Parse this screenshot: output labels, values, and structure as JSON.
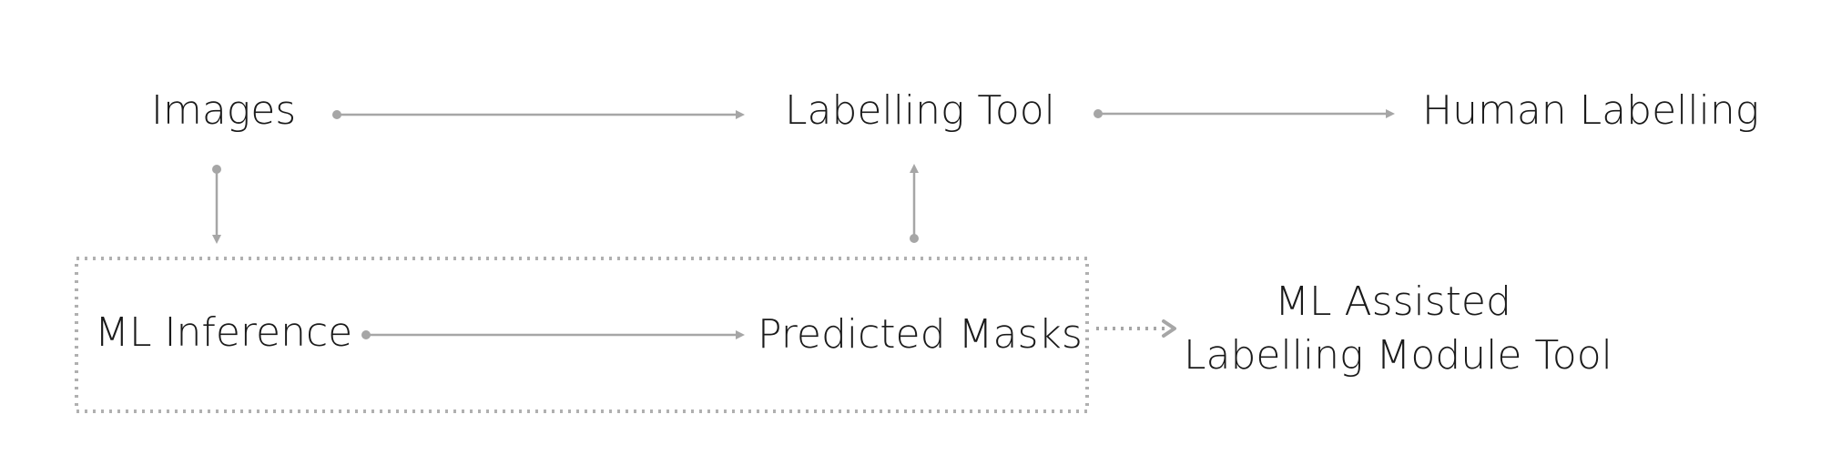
{
  "nodes": {
    "images": "Images",
    "labelling_tool": "Labelling Tool",
    "human_labelling": "Human Labelling",
    "ml_inference": "ML Inference",
    "predicted_masks": "Predicted Masks"
  },
  "module": {
    "line1": "ML Assisted",
    "line2": "Labelling Module Tool"
  },
  "colors": {
    "text": "#1a1a1a",
    "connector": "#a6a6a6",
    "dotted_border": "#b0b0b0",
    "background": "#ffffff"
  }
}
